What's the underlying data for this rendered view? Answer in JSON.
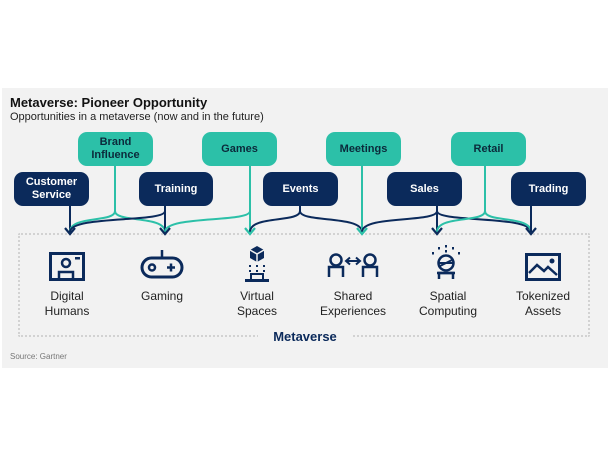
{
  "header": {
    "title": "Metaverse: Pioneer Opportunity",
    "subtitle": "Opportunities in a metaverse (now and in the future)"
  },
  "colors": {
    "dark_navy": "#0b2a5b",
    "teal": "#2cc0a8",
    "panel_bg": "#f2f2f2"
  },
  "opportunities": {
    "customer_service": {
      "label": "Customer Service",
      "style": "dark"
    },
    "brand_influence": {
      "label": "Brand Influence",
      "style": "teal"
    },
    "training": {
      "label": "Training",
      "style": "dark"
    },
    "games": {
      "label": "Games",
      "style": "teal"
    },
    "events": {
      "label": "Events",
      "style": "dark"
    },
    "meetings": {
      "label": "Meetings",
      "style": "teal"
    },
    "sales": {
      "label": "Sales",
      "style": "dark"
    },
    "retail": {
      "label": "Retail",
      "style": "teal"
    },
    "trading": {
      "label": "Trading",
      "style": "dark"
    }
  },
  "categories": {
    "digital_humans": {
      "line1": "Digital",
      "line2": "Humans",
      "icon": "video-avatar-icon"
    },
    "gaming": {
      "line1": "Gaming",
      "line2": "",
      "icon": "game-controller-icon"
    },
    "virtual_spaces": {
      "line1": "Virtual",
      "line2": "Spaces",
      "icon": "cube-platform-icon"
    },
    "shared_experiences": {
      "line1": "Shared",
      "line2": "Experiences",
      "icon": "people-exchange-icon"
    },
    "spatial_computing": {
      "line1": "Spatial",
      "line2": "Computing",
      "icon": "vr-headset-icon"
    },
    "tokenized_assets": {
      "line1": "Tokenized",
      "line2": "Assets",
      "icon": "image-frame-icon"
    }
  },
  "connections": [
    {
      "from": "customer_service",
      "to": "digital_humans"
    },
    {
      "from": "brand_influence",
      "to": "digital_humans"
    },
    {
      "from": "brand_influence",
      "to": "gaming"
    },
    {
      "from": "training",
      "to": "digital_humans"
    },
    {
      "from": "training",
      "to": "gaming"
    },
    {
      "from": "games",
      "to": "gaming"
    },
    {
      "from": "games",
      "to": "virtual_spaces"
    },
    {
      "from": "events",
      "to": "virtual_spaces"
    },
    {
      "from": "events",
      "to": "shared_experiences"
    },
    {
      "from": "meetings",
      "to": "shared_experiences"
    },
    {
      "from": "sales",
      "to": "shared_experiences"
    },
    {
      "from": "sales",
      "to": "spatial_computing"
    },
    {
      "from": "sales",
      "to": "tokenized_assets"
    },
    {
      "from": "retail",
      "to": "spatial_computing"
    },
    {
      "from": "retail",
      "to": "tokenized_assets"
    },
    {
      "from": "trading",
      "to": "tokenized_assets"
    }
  ],
  "frame_label": "Metaverse",
  "source": "Source: Gartner"
}
